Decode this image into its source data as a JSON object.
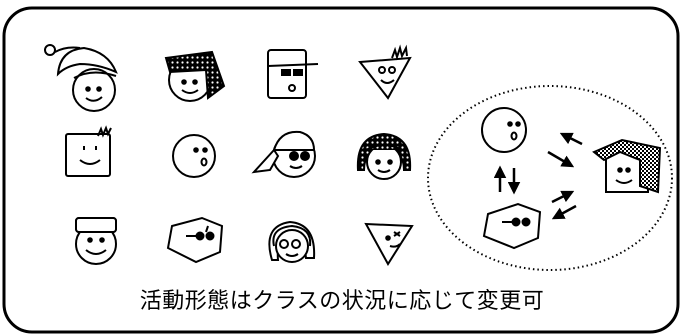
{
  "caption": "活動形態はクラスの状況に応じて変更可",
  "faces": [
    {
      "id": "face-santa-hat"
    },
    {
      "id": "face-patterned-cap"
    },
    {
      "id": "face-square-hat-glasses"
    },
    {
      "id": "face-triangle-spiky-hair"
    },
    {
      "id": "face-square-spiky-hair"
    },
    {
      "id": "face-round-plain"
    },
    {
      "id": "face-cap-sunglasses"
    },
    {
      "id": "face-polka-dot-hair"
    },
    {
      "id": "face-flat-cap"
    },
    {
      "id": "face-hexagon-glasses"
    },
    {
      "id": "face-bob-hair-glasses"
    },
    {
      "id": "face-triangle-down-winking"
    }
  ],
  "group": {
    "members": [
      "face-round-plain",
      "face-square-patterned-hair",
      "face-hexagon-glasses"
    ],
    "arrows": "two-way exchange between members"
  }
}
